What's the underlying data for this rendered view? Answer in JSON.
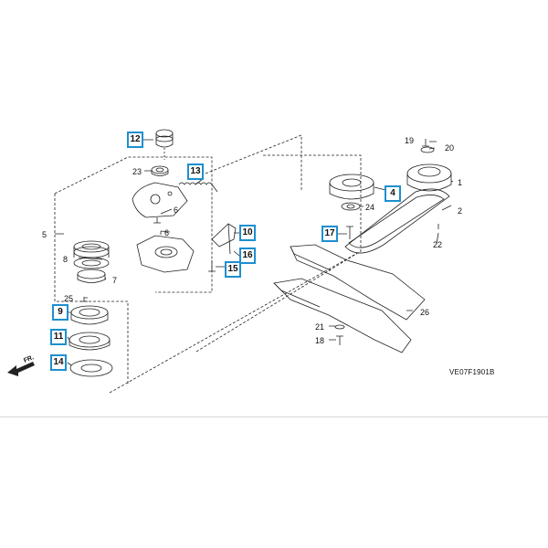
{
  "diagram_code": "VE07F1901B",
  "direction_label": "FR.",
  "highlight_color": "#1e8fd0",
  "callouts_highlighted": [
    "12",
    "13",
    "4",
    "10",
    "17",
    "16",
    "15",
    "9",
    "11",
    "14"
  ],
  "callouts_plain": [
    "19",
    "20",
    "23",
    "1",
    "5",
    "24",
    "2",
    "6",
    "22",
    "8",
    "7",
    "26",
    "25",
    "21",
    "18",
    "3"
  ]
}
